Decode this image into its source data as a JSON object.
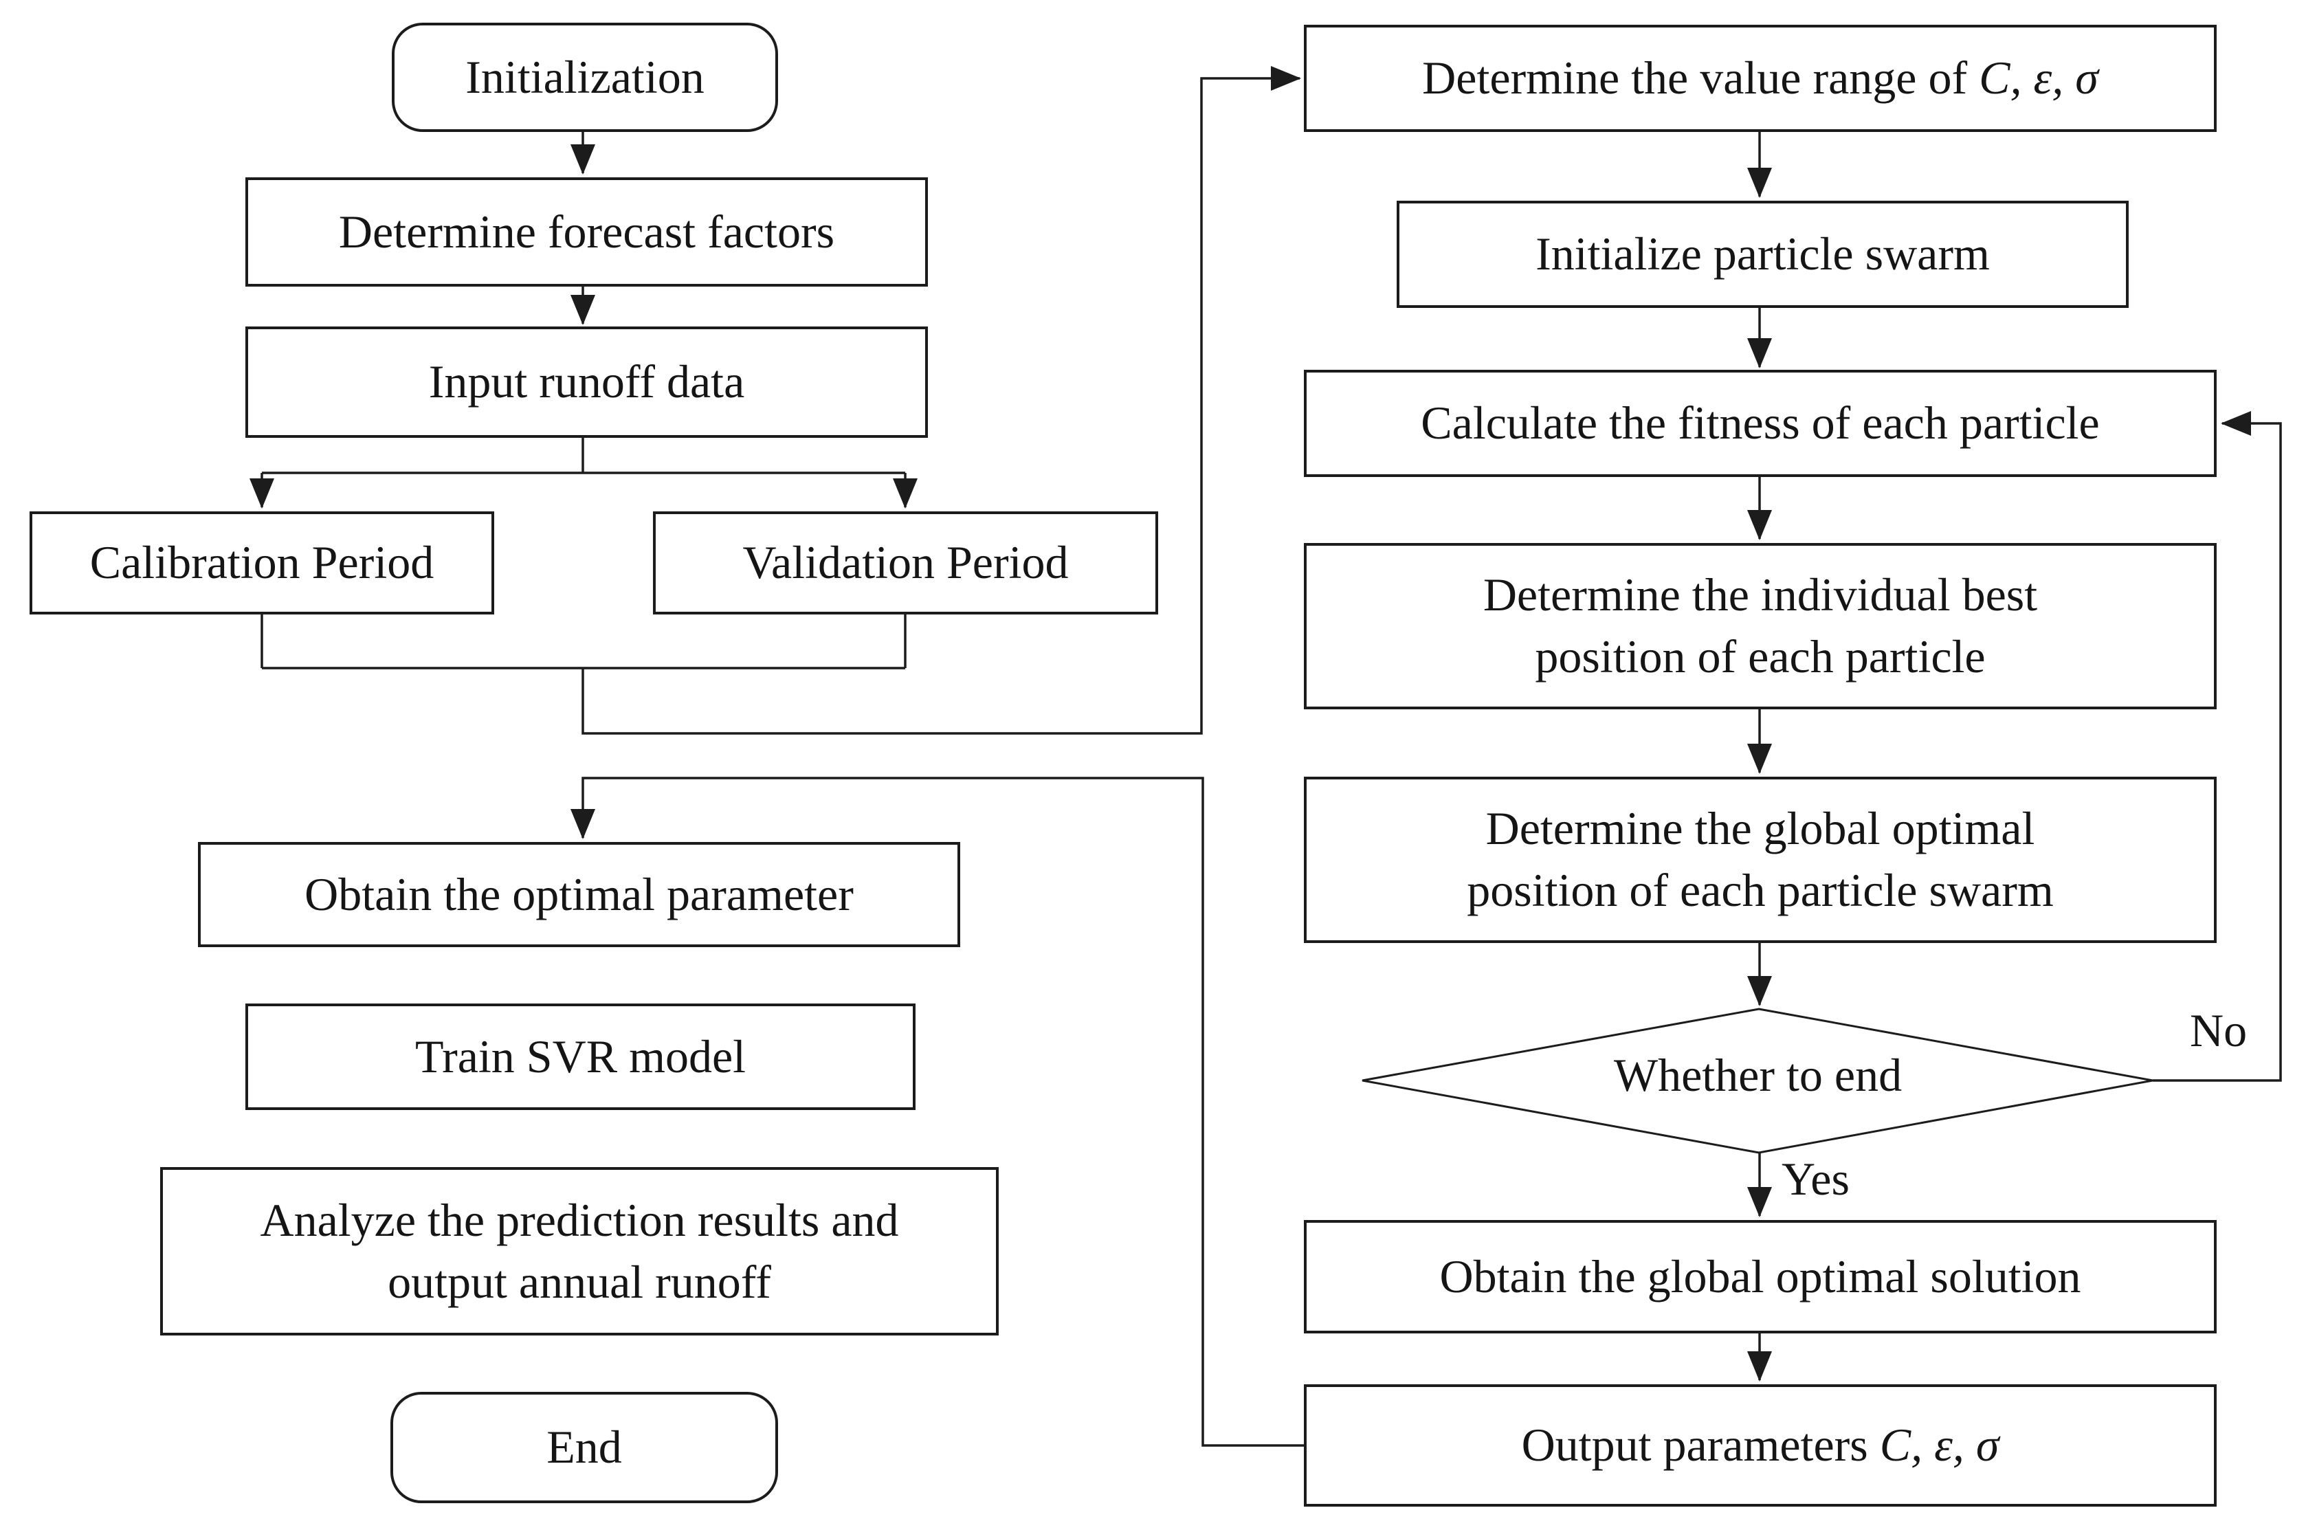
{
  "nodes": {
    "init": {
      "label": "Initialization"
    },
    "forecast": {
      "label": "Determine forecast factors"
    },
    "input": {
      "label": "Input runoff data"
    },
    "calibration": {
      "label": "Calibration Period"
    },
    "validation": {
      "label": "Validation Period"
    },
    "obtain_param": {
      "label": "Obtain the optimal parameter"
    },
    "train": {
      "label": "Train SVR model"
    },
    "analyze": {
      "line1": "Analyze the prediction results and",
      "line2": "output annual runoff"
    },
    "end": {
      "label": "End"
    },
    "range": {
      "prefix": "Determine the value range of ",
      "params": "C, ε, σ"
    },
    "swarm": {
      "label": "Initialize particle swarm"
    },
    "fitness": {
      "label": "Calculate the fitness of each particle"
    },
    "indiv": {
      "line1": "Determine the individual best",
      "line2": "position of each particle"
    },
    "global": {
      "line1": "Determine the global optimal",
      "line2": "position of each particle swarm"
    },
    "whether": {
      "label": "Whether to end"
    },
    "solution": {
      "label": "Obtain the global optimal solution"
    },
    "output": {
      "prefix": "Output parameters ",
      "params": "C, ε, σ"
    }
  },
  "edge_labels": {
    "no": "No",
    "yes": "Yes"
  },
  "colors": {
    "stroke": "#1c1c1c",
    "fill": "#ffffff",
    "text": "#151515",
    "background": "#ffffff"
  }
}
